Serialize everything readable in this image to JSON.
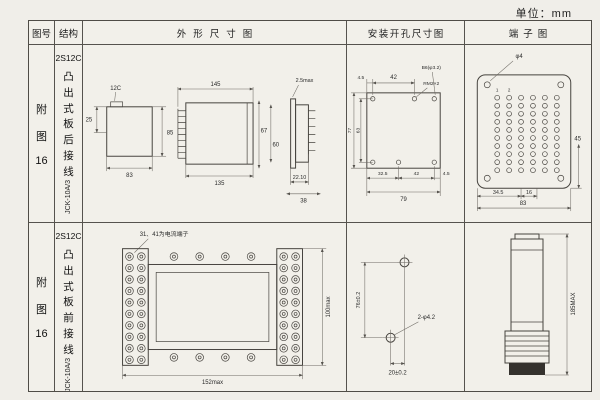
{
  "page": {
    "unit_label": "单位：mm"
  },
  "headers": {
    "fig_no": "图号",
    "structure": "结构",
    "outline": "外形尺寸图",
    "mounting": "安装开孔尺寸图",
    "terminal": "端子图"
  },
  "rows": [
    {
      "fig": {
        "c1": "附",
        "c2": "图",
        "c3": "16"
      },
      "structure": {
        "model": "2S12C",
        "desc": "凸出式板后接线",
        "type": "JCK-10A/3"
      },
      "outline": {
        "d_12c": "12C",
        "d_25": "25",
        "d_85": "85",
        "d_83": "83",
        "d_145": "145",
        "d_135": "135",
        "d_67": "67",
        "d_60": "60",
        "d_25max": "2.5max",
        "d_2210": "22.10",
        "d_38": "38"
      },
      "mounting": {
        "d_45_top": "4.5",
        "d_42_top": "42",
        "note_b6": "B6(φ3.2)",
        "note_rm2": "RM2×2",
        "d_77": "77",
        "d_63": "63",
        "d_325": "32.5",
        "d_42_bot": "42",
        "d_45_bot": "4.5",
        "d_79": "79"
      },
      "terminal": {
        "note_phi4": "φ4",
        "n_1": "1",
        "n_2": "2",
        "d_345": "34.5",
        "d_16": "16",
        "d_83": "83",
        "d_45": "45"
      }
    },
    {
      "fig": {
        "c1": "附",
        "c2": "图",
        "c3": "16"
      },
      "structure": {
        "model": "2S12C",
        "desc": "凸出式板前接线",
        "type": "JCK-10A/3"
      },
      "outline": {
        "note": "31、41为电流端子",
        "d_152": "152max",
        "d_100": "100max"
      },
      "mounting": {
        "d_76": "76±0.2",
        "note_phi": "2-φ4.2",
        "d_20": "20±0.2"
      },
      "terminal": {
        "d_185": "185MAX"
      }
    }
  ]
}
